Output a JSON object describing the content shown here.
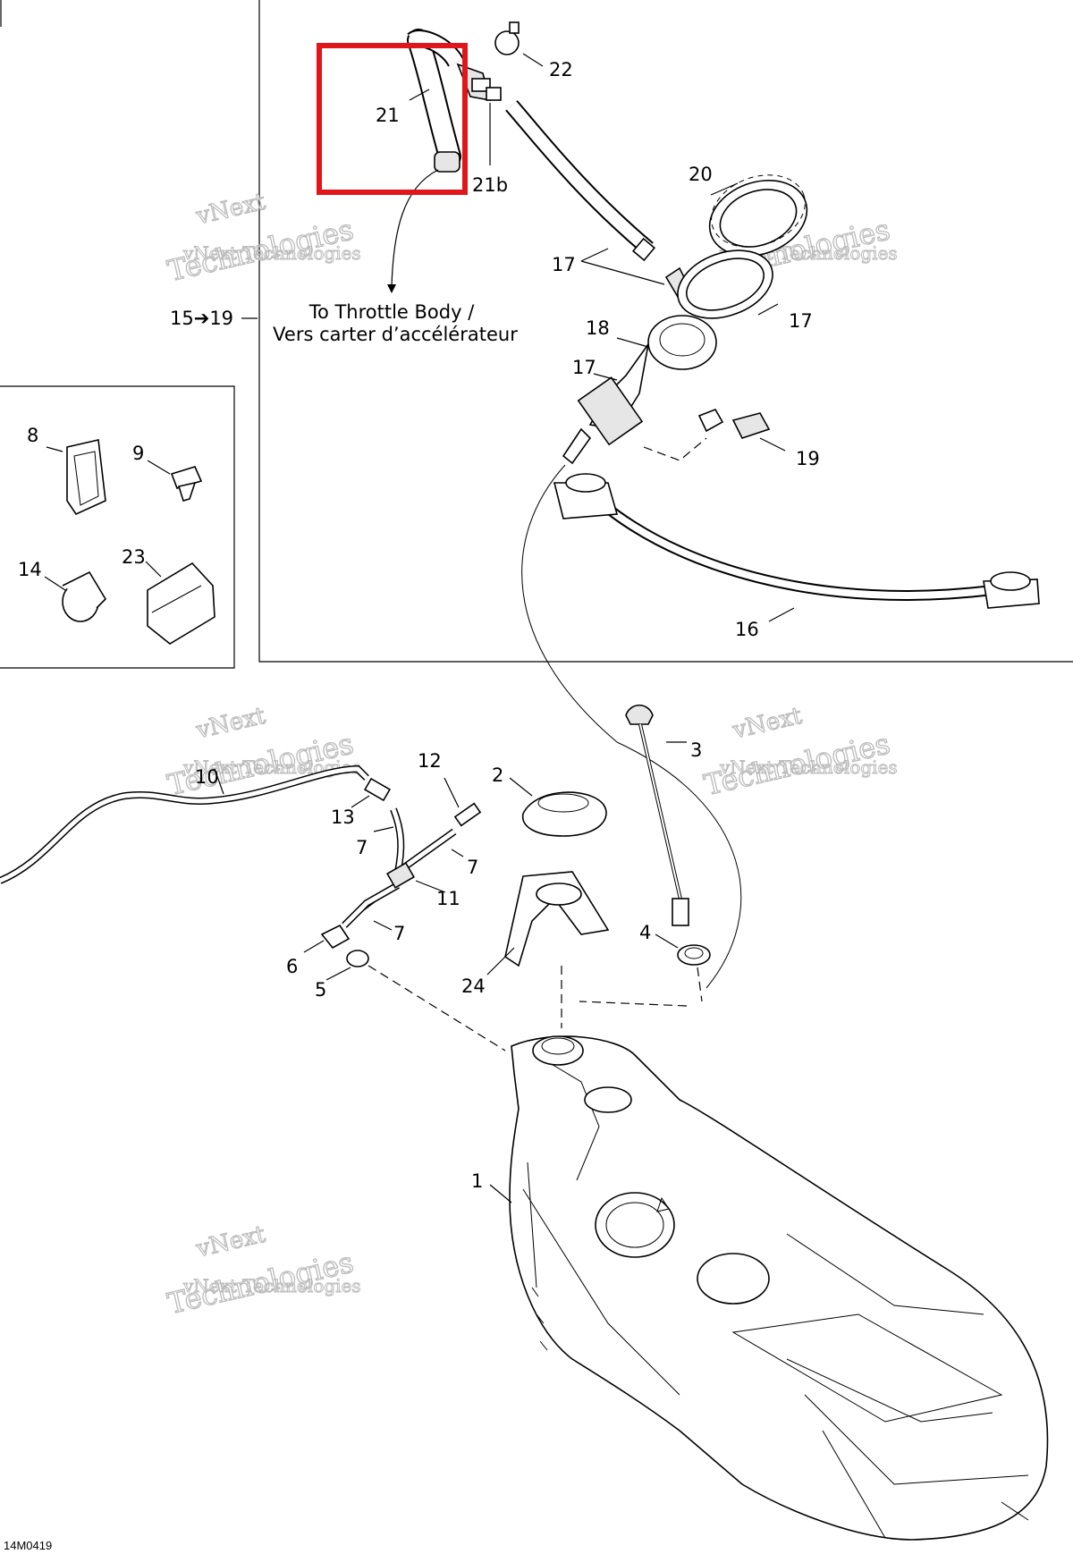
{
  "diagram": {
    "caption_line1": "To Throttle Body /",
    "caption_line2": "Vers carter d’accélérateur",
    "range_label": "15➔19",
    "doc_id": "14M0419",
    "highlight_color": "#e0161b",
    "watermark": {
      "line1": "vNext",
      "line2": "vNext Technologies",
      "line3": "Technologies"
    },
    "callouts": [
      {
        "id": "1",
        "label": "1"
      },
      {
        "id": "2",
        "label": "2"
      },
      {
        "id": "3",
        "label": "3"
      },
      {
        "id": "4",
        "label": "4"
      },
      {
        "id": "5",
        "label": "5"
      },
      {
        "id": "6",
        "label": "6"
      },
      {
        "id": "7a",
        "label": "7"
      },
      {
        "id": "7b",
        "label": "7"
      },
      {
        "id": "7c",
        "label": "7"
      },
      {
        "id": "8",
        "label": "8"
      },
      {
        "id": "9",
        "label": "9"
      },
      {
        "id": "10",
        "label": "10"
      },
      {
        "id": "11",
        "label": "11"
      },
      {
        "id": "12",
        "label": "12"
      },
      {
        "id": "13",
        "label": "13"
      },
      {
        "id": "14",
        "label": "14"
      },
      {
        "id": "16",
        "label": "16"
      },
      {
        "id": "17a",
        "label": "17"
      },
      {
        "id": "17b",
        "label": "17"
      },
      {
        "id": "17c",
        "label": "17"
      },
      {
        "id": "18",
        "label": "18"
      },
      {
        "id": "19",
        "label": "19"
      },
      {
        "id": "20",
        "label": "20"
      },
      {
        "id": "21",
        "label": "21"
      },
      {
        "id": "21b",
        "label": "21b"
      },
      {
        "id": "22",
        "label": "22"
      },
      {
        "id": "23",
        "label": "23"
      },
      {
        "id": "24",
        "label": "24"
      }
    ]
  }
}
